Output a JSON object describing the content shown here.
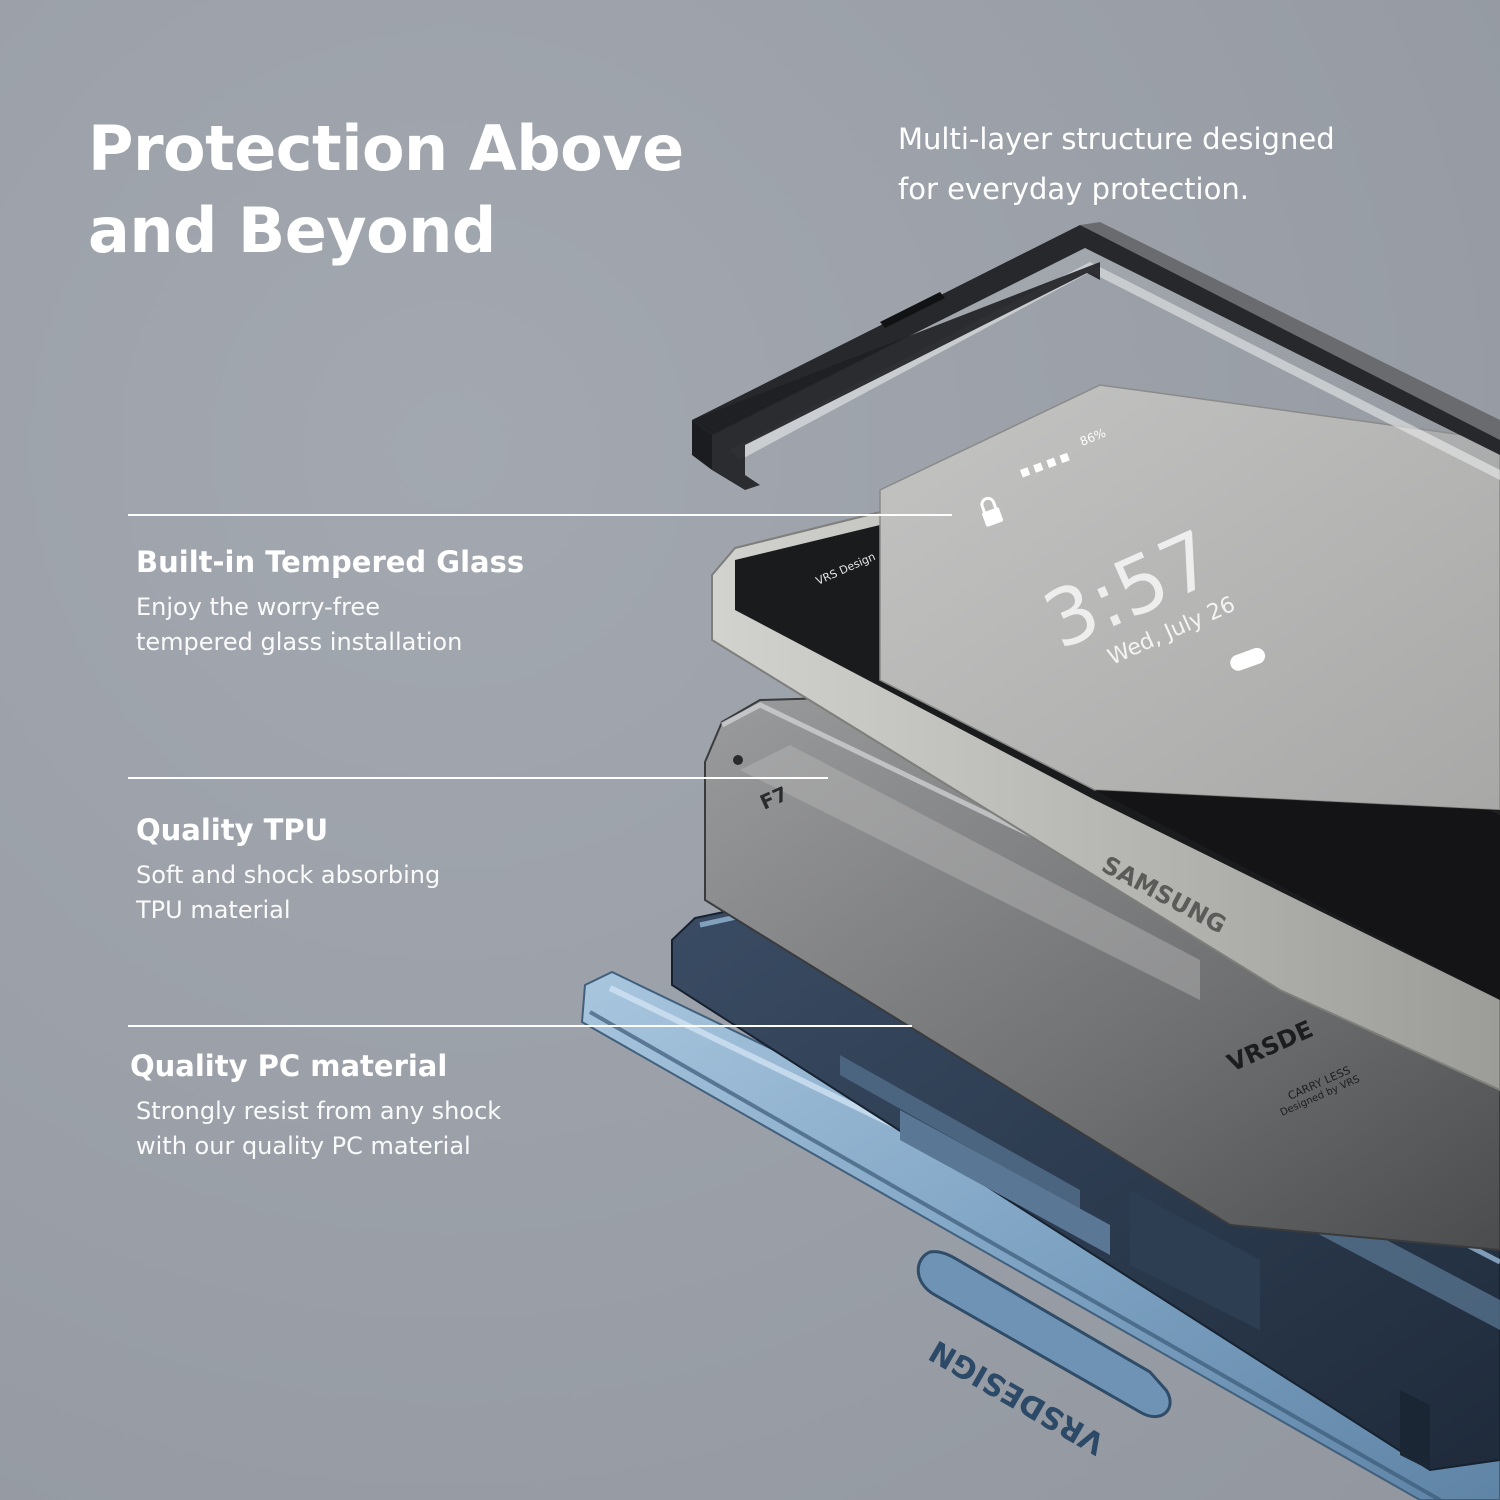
{
  "headline": {
    "line1": "Protection Above",
    "line2": "and Beyond"
  },
  "subhead": {
    "line1": "Multi-layer structure designed",
    "line2": "for everyday protection."
  },
  "features": [
    {
      "title": "Built-in Tempered Glass",
      "desc_line1": "Enjoy the worry-free",
      "desc_line2": "tempered glass installation"
    },
    {
      "title": "Quality TPU",
      "desc_line1": "Soft and shock absorbing",
      "desc_line2": "TPU material"
    },
    {
      "title": "Quality PC material",
      "desc_line1": "Strongly resist from any shock",
      "desc_line2": "with our quality PC material"
    }
  ],
  "phone_screen": {
    "status": "86%",
    "time": "3:57",
    "date": "Wed, July 26"
  },
  "product_marks": {
    "glass_brand": "VRS Design",
    "tpu_mark": "F7",
    "phone_brand": "SAMSUNG",
    "case_brand": "VRSDESIGN",
    "case_back_brand": "VRSDE",
    "case_back_model": "CARRY LESS",
    "case_back_credit": "Designed by VRS"
  },
  "colors": {
    "background": "#999ea6",
    "text": "#ffffff",
    "case_blue": "#8fb0cc",
    "case_navy": "#2c3c52",
    "phone_frame": "#b4b4b0",
    "glass_frame": "#1e1f22"
  }
}
